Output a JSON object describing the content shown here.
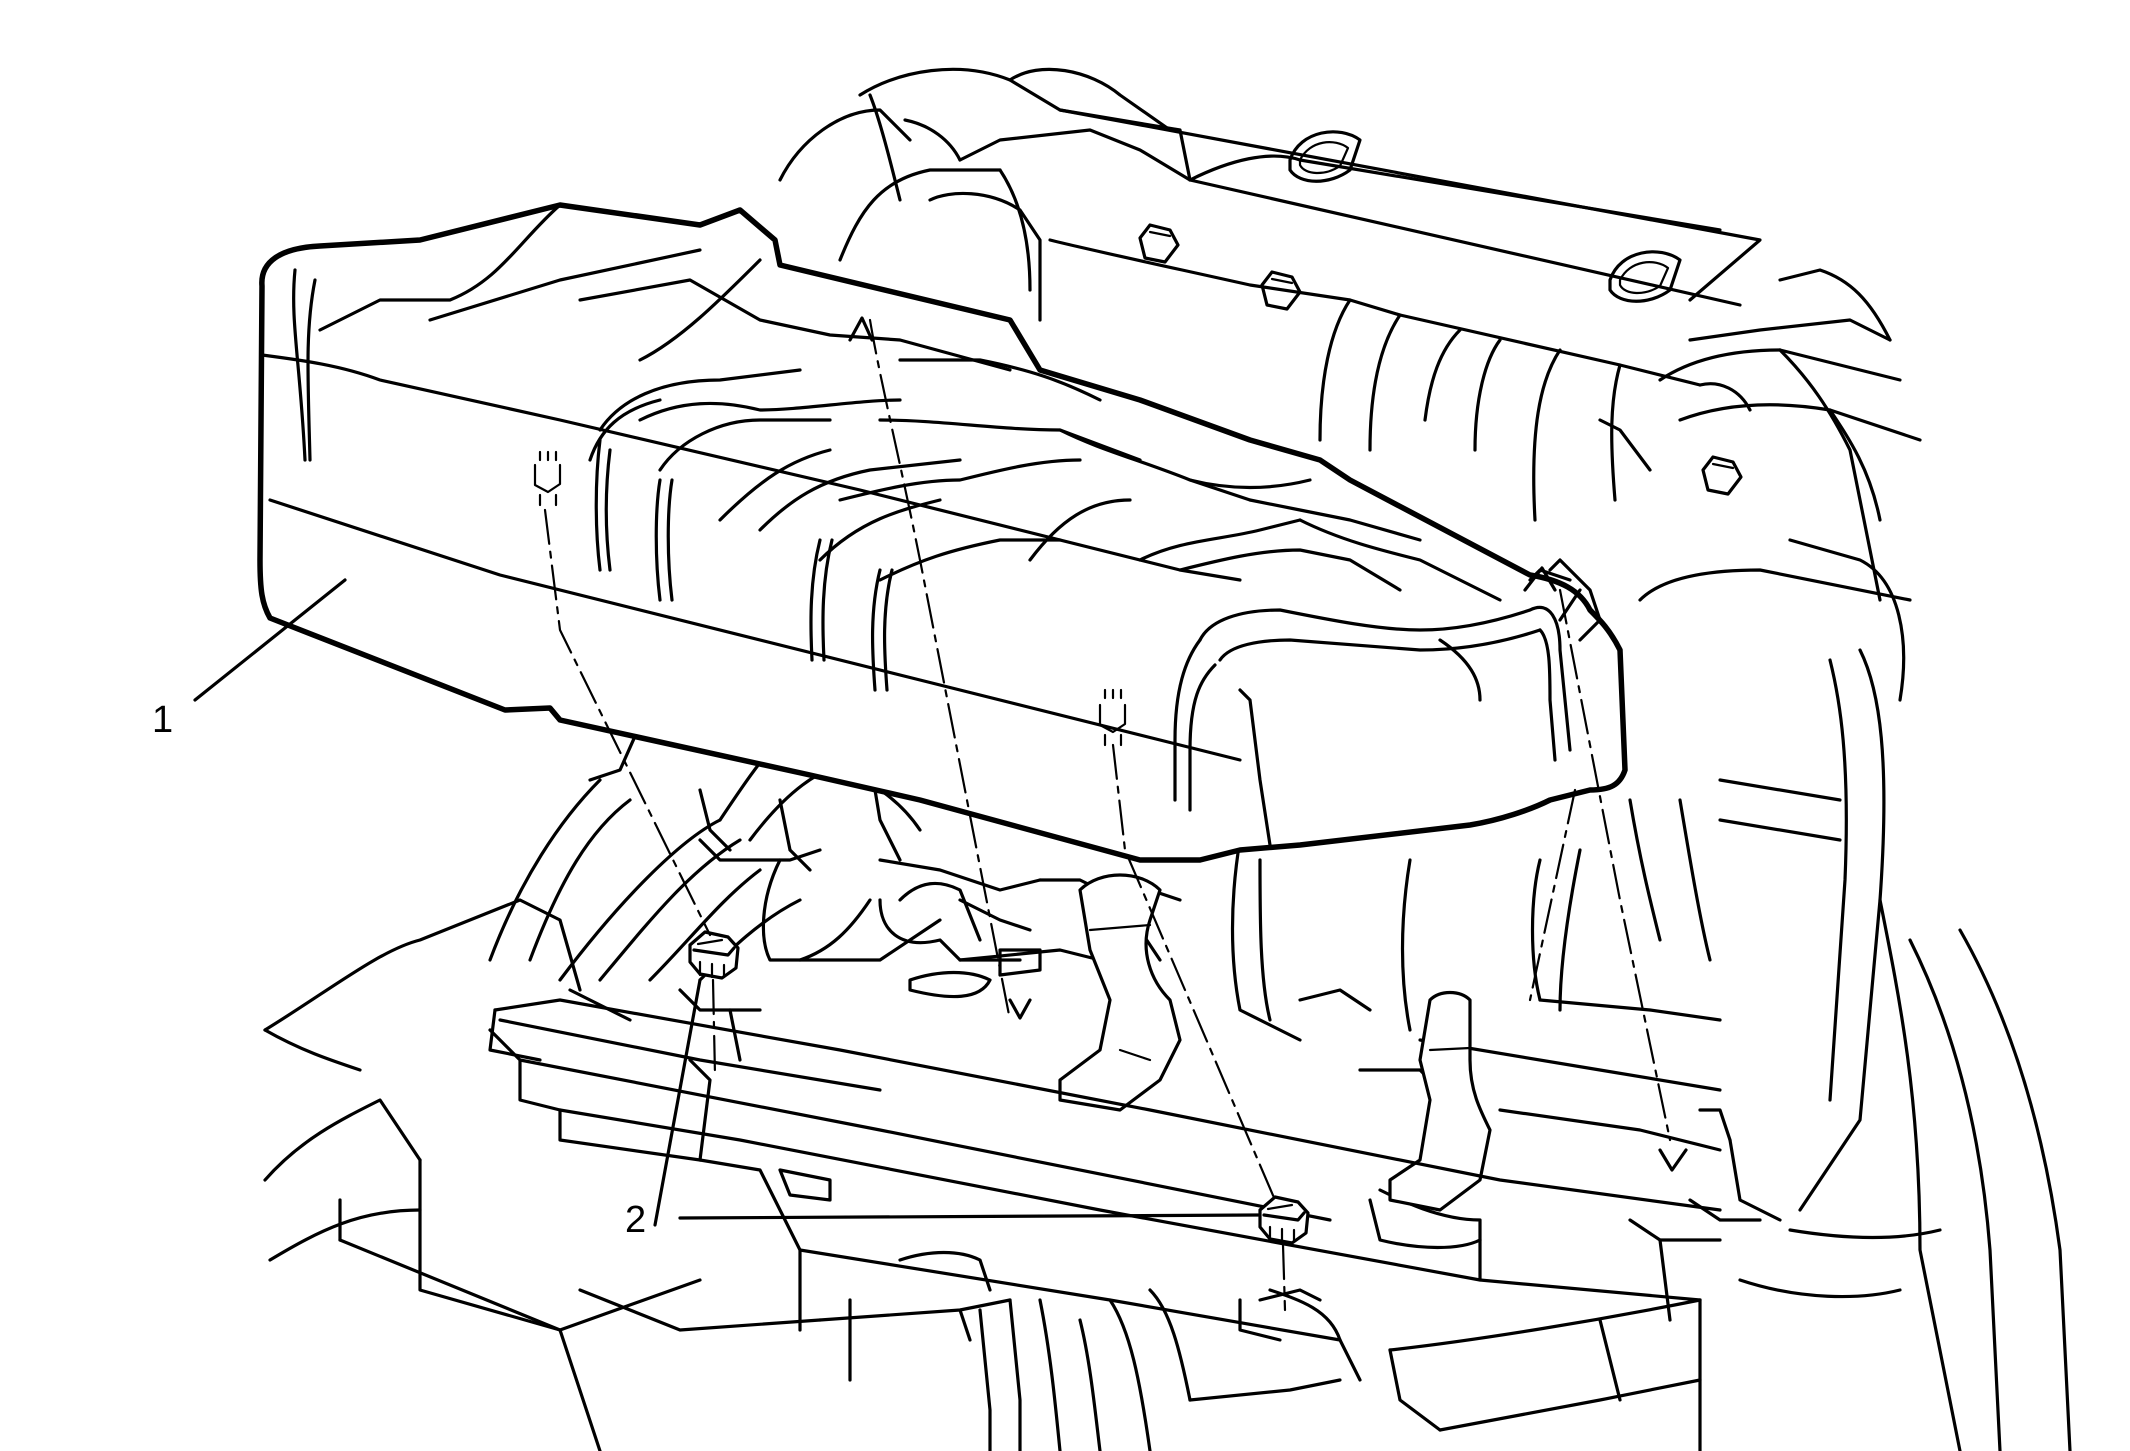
{
  "diagram": {
    "callouts": [
      {
        "id": "1",
        "label": "1"
      },
      {
        "id": "2",
        "label": "2"
      }
    ]
  }
}
